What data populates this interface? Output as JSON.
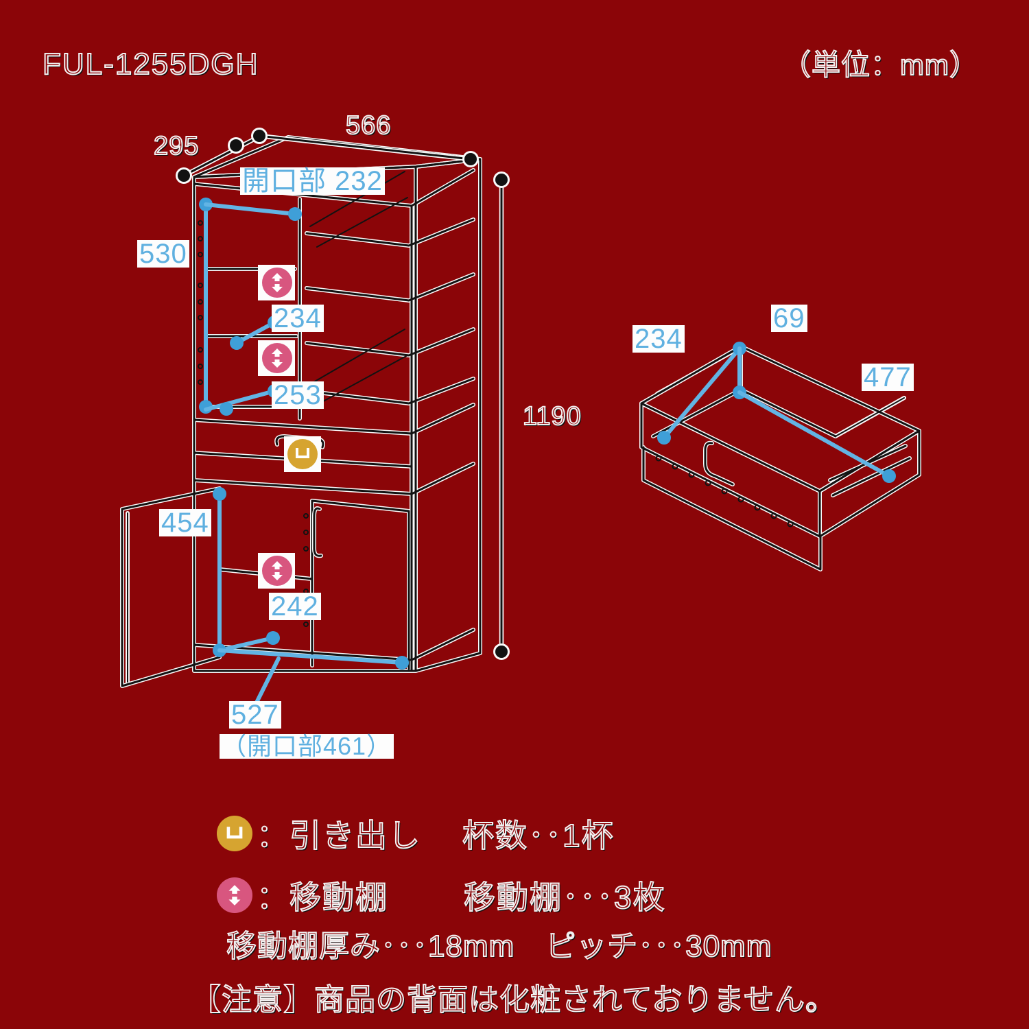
{
  "header": {
    "model": "FUL-1255DGH",
    "unit_note": "（単位：mm）"
  },
  "main_view": {
    "dimensions_outline": [
      {
        "id": "depth_top",
        "value": "295"
      },
      {
        "id": "width_top",
        "value": "566"
      },
      {
        "id": "height",
        "value": "1190"
      }
    ],
    "dimensions_blue": [
      {
        "id": "upper_opening_width",
        "value": "開口部 232"
      },
      {
        "id": "upper_inner_height",
        "value": "530"
      },
      {
        "id": "upper_shelf_gap_1",
        "value": "234"
      },
      {
        "id": "upper_shelf_gap_2",
        "value": "253"
      },
      {
        "id": "lower_inner_depth",
        "value": "454"
      },
      {
        "id": "lower_shelf_gap",
        "value": "242"
      },
      {
        "id": "lower_inner_width",
        "value": "527"
      },
      {
        "id": "lower_opening_width",
        "value": "（開口部461）"
      }
    ]
  },
  "drawer_view": {
    "dimensions_blue": [
      {
        "id": "drawer_inner_depth",
        "value": "234"
      },
      {
        "id": "drawer_inner_height",
        "value": "69"
      },
      {
        "id": "drawer_inner_width",
        "value": "477"
      }
    ]
  },
  "legend": {
    "rows": [
      {
        "icon": "drawer-icon",
        "icon_color": "#d6a430",
        "label": "：引き出し",
        "detail": "杯数･･1杯"
      },
      {
        "icon": "adjustable-shelf-icon",
        "icon_color": "#d8567f",
        "label": "：移動棚",
        "detail": "移動棚･･･3枚"
      }
    ],
    "spec_line": "移動棚厚み･･･18mm　ピッチ･･･30mm",
    "note_line": "【注意】商品の背面は化粧されておりません。"
  },
  "colors": {
    "background": "#8b0508",
    "line": "#121212",
    "highlight": "#fafafa",
    "dimension_blue": "#5fb0e0",
    "shelf_badge": "#d8567f",
    "drawer_badge": "#d6a430"
  }
}
